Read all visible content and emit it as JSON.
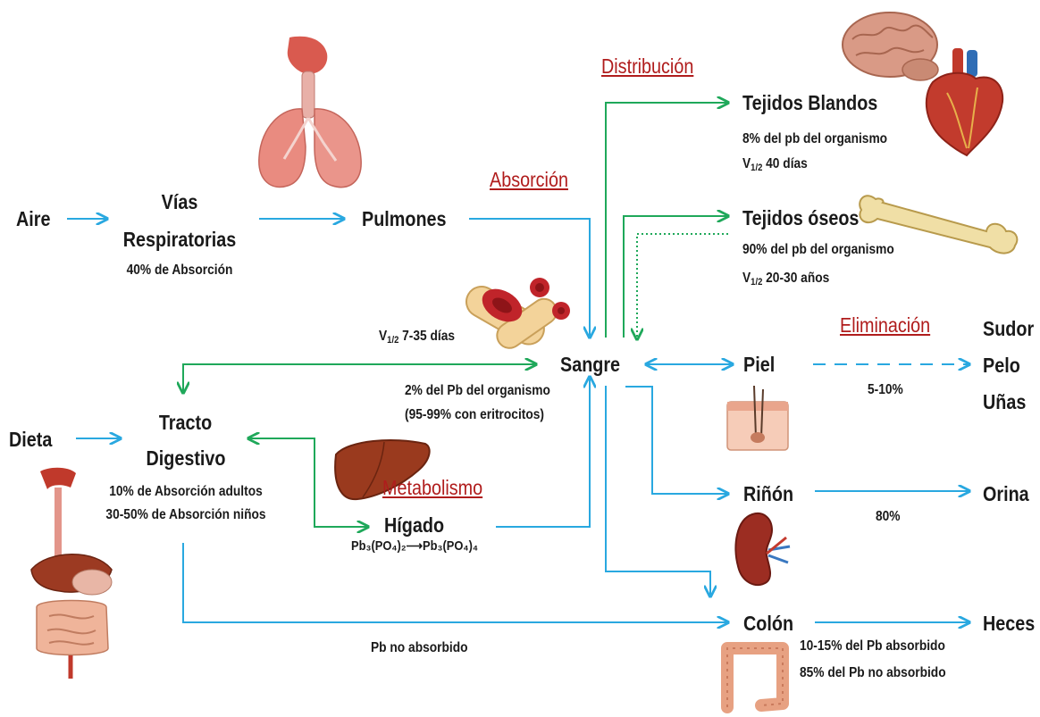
{
  "colors": {
    "flow_blue": "#29a8e0",
    "flow_green": "#1fa85a",
    "stage_title_red": "#b01c1c",
    "text": "#1a1a1a"
  },
  "nodes": {
    "aire": "Aire",
    "vias_line1": "Vías",
    "vias_line2": "Respiratorias",
    "vias_info": "40% de Absorción",
    "pulmones": "Pulmones",
    "dieta": "Dieta",
    "tracto_line1": "Tracto",
    "tracto_line2": "Digestivo",
    "tracto_info1": "10% de Absorción adultos",
    "tracto_info2": "30-50% de Absorción niños",
    "sangre": "Sangre",
    "sangre_info1": "2% del Pb del organismo",
    "sangre_info2": "(95-99% con eritrocitos)",
    "sangre_halflife_prefix": "V",
    "sangre_halflife_sub": "1/2",
    "sangre_halflife_value": " 7-35 días",
    "higado": "Hígado",
    "higado_formula": "Pb₃(PO₄)₂⟶Pb₃(PO₄)₄",
    "tejidos_blandos": "Tejidos Blandos",
    "blandos_info": "8% del pb del organismo",
    "blandos_halflife_prefix": "V",
    "blandos_halflife_sub": "1/2",
    "blandos_halflife_value": " 40 días",
    "tejidos_oseos": "Tejidos óseos",
    "oseos_info": "90% del pb del organismo",
    "oseos_halflife_prefix": "V",
    "oseos_halflife_sub": "1/2",
    "oseos_halflife_value": " 20-30 años",
    "piel": "Piel",
    "piel_pct": "5-10%",
    "sudor": "Sudor",
    "pelo": "Pelo",
    "unas": "Uñas",
    "rinon": "Riñón",
    "rinon_pct": "80%",
    "orina": "Orina",
    "colon": "Colón",
    "colon_info1": "10-15% del Pb absorbido",
    "colon_info2": "85% del Pb no absorbido",
    "heces": "Heces",
    "no_absorbido": "Pb no absorbido"
  },
  "stages": {
    "absorcion": "Absorción",
    "distribucion": "Distribución",
    "eliminacion": "Eliminación",
    "metabolismo": "Metabolismo"
  },
  "illustrations": [
    "respiratory-tract-icon",
    "brain-icon",
    "heart-icon",
    "bone-icon",
    "red-blood-cells-icon",
    "liver-icon",
    "skin-section-icon",
    "kidney-icon",
    "digestive-system-icon",
    "colon-icon"
  ]
}
